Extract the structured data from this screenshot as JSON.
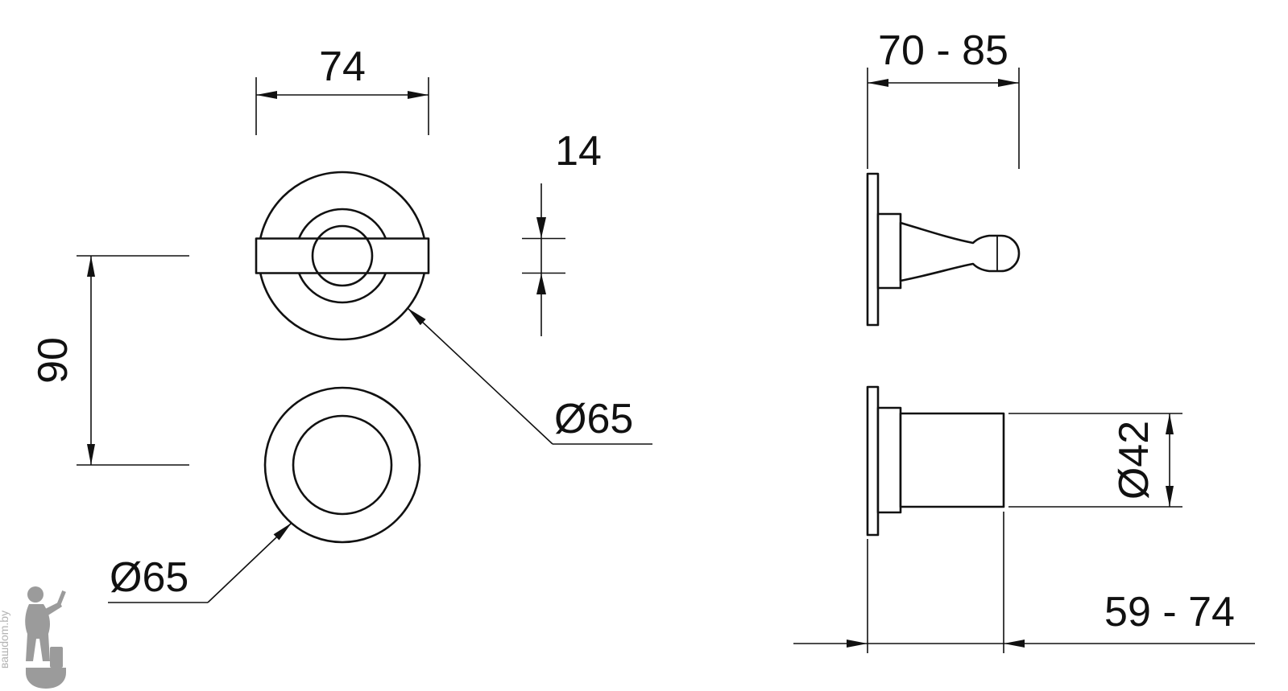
{
  "dims": {
    "handle_width": "74",
    "handle_thickness": "14",
    "center_spacing": "90",
    "dia_handle": "Ø65",
    "dia_knob_plate": "Ø65",
    "depth_range_top": "70 - 85",
    "dia_cylinder": "Ø42",
    "depth_range_bottom": "59 - 74"
  },
  "watermark": {
    "text": "вашdom.by"
  },
  "colors": {
    "line": "#111111",
    "background": "#ffffff",
    "watermark": "#9b9b9b"
  }
}
